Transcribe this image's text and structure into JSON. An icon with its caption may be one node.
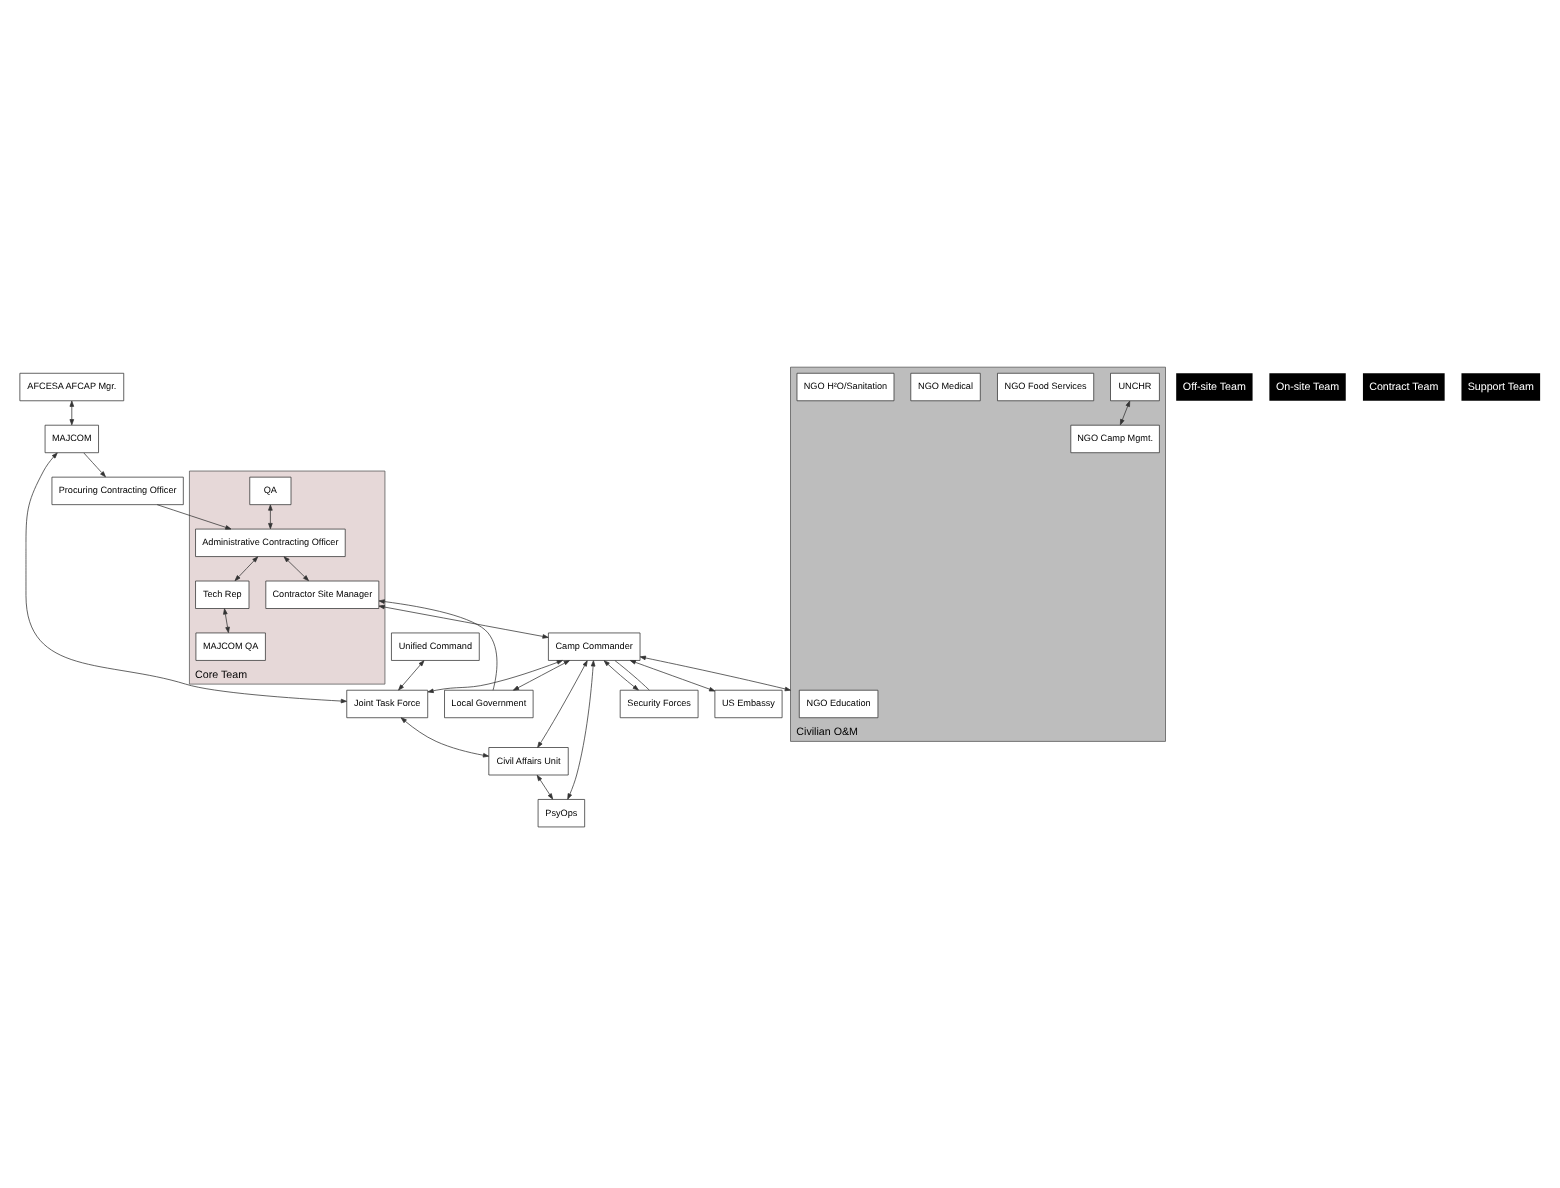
{
  "diagram": {
    "nodes": [
      {
        "text": [
          "AFCESA AFCAP Mgr."
        ]
      },
      {
        "text": [
          "MAJCOM"
        ]
      },
      {
        "text": [
          "Unified Command"
        ]
      },
      {
        "text": [
          "Civilian O&M"
        ]
      },
      {
        "text": [
          "UNCHR"
        ],
        "in": 3
      },
      {
        "text": [
          "Joint Task Force"
        ]
      },
      {
        "text": [
          "Procuring Contracting Officer"
        ]
      },
      {
        "text": [
          "Core Team"
        ]
      },
      {
        "text": [
          "QA"
        ],
        "in": 7
      },
      {
        "text": [
          "Administrative Contracting Officer"
        ],
        "in": 7
      },
      {
        "text": [
          "Tech Rep"
        ],
        "in": 7
      },
      {
        "text": [
          "Civil Affairs Unit"
        ]
      },
      {
        "text": [
          "NGO Camp Mgmt."
        ],
        "in": 3
      },
      {
        "text": [
          "PsyOps"
        ]
      },
      {
        "text": [
          "NGO Food Services"
        ],
        "in": 3
      },
      {
        "text": [
          "MAJCOM QA"
        ],
        "in": 7
      },
      {
        "text": [
          "Contractor Site Manager"
        ],
        "in": 7
      },
      {
        "text": [
          "Camp Commander"
        ]
      },
      {
        "text": [
          "NGO Education"
        ],
        "in": 3
      },
      {
        "text": [
          "Local Government"
        ]
      },
      {
        "text": [
          "Security Forces"
        ]
      },
      {
        "text": [
          "NGO Medical"
        ],
        "in": 3
      },
      {
        "text": [
          "US Embassy"
        ]
      },
      {
        "text": [
          "NGO H²O/Sanitation"
        ],
        "in": 3
      }
    ],
    "edges": [
      {
        "from": 0,
        "to": 1,
        "arrow": "both"
      },
      {
        "from": 1,
        "to": 6,
        "arrow": "to"
      },
      {
        "from": 1,
        "to": 5,
        "arrow": "both"
      },
      {
        "from": 2,
        "to": 5,
        "arrow": "both"
      },
      {
        "from": 4,
        "to": 12,
        "arrow": "both"
      },
      {
        "from": 6,
        "to": 9,
        "arrow": "to"
      },
      {
        "from": 8,
        "to": 9,
        "arrow": "both"
      },
      {
        "from": 9,
        "to": 10,
        "arrow": "both"
      },
      {
        "from": 10,
        "to": 15,
        "arrow": "both"
      },
      {
        "from": 9,
        "to": 16,
        "arrow": "both"
      },
      {
        "from": 5,
        "to": 11,
        "arrow": "both"
      },
      {
        "from": 11,
        "to": 13,
        "arrow": "both"
      },
      {
        "from": 16,
        "to": 17,
        "arrow": "both"
      },
      {
        "from": 17,
        "to": 5,
        "arrow": "both"
      },
      {
        "from": 17,
        "to": 11,
        "arrow": "both"
      },
      {
        "from": 17,
        "to": 13,
        "arrow": "both"
      },
      {
        "from": 17,
        "to": 3,
        "arrow": "both"
      },
      {
        "from": 17,
        "to": 20,
        "arrow": "both"
      },
      {
        "from": 17,
        "to": 20,
        "arrow": "none"
      },
      {
        "from": 17,
        "to": 19,
        "arrow": "both"
      },
      {
        "from": 17,
        "to": 22,
        "arrow": "both"
      },
      {
        "from": 19,
        "to": 16,
        "arrow": "to"
      }
    ],
    "labels": [
      "Off-site Team",
      "On-site Team",
      "Contract Team",
      "Support Team"
    ]
  }
}
